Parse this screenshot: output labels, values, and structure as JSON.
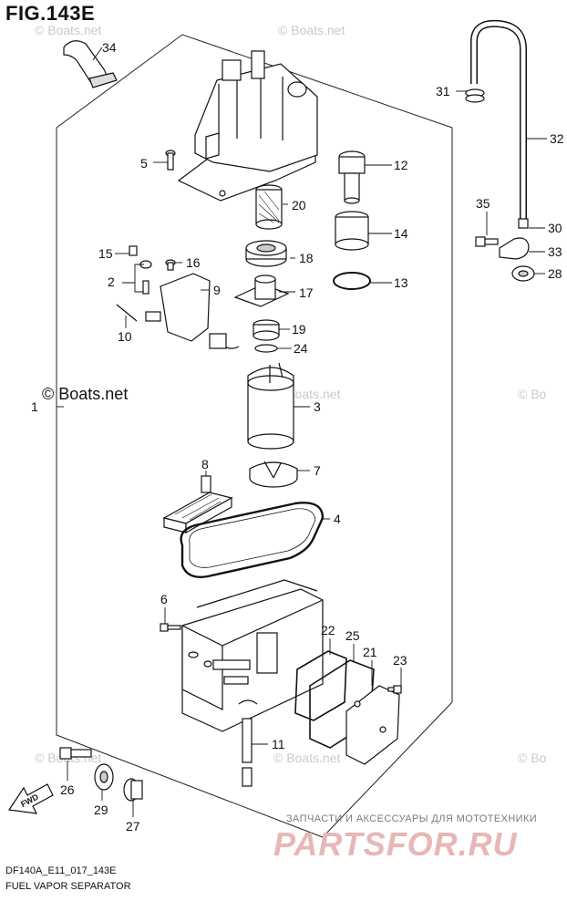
{
  "figure": {
    "title": "FIG.143E"
  },
  "copyright": "© Boats.net",
  "watermark": "© Boats.net",
  "watermark_partial": "© Bo",
  "footer": {
    "model_code": "DF140A_E11_017_143E",
    "assembly_name": "FUEL VAPOR SEPARATOR"
  },
  "shop_banner": {
    "tagline": "ЗАПЧАСТИ И АКСЕССУАРЫ ДЛЯ МОТОТЕХНИКИ",
    "brand": "PARTSFOR.RU",
    "brand_color": "#e7b7b7"
  },
  "direction_arrow": "FWD",
  "callouts": {
    "c1": "1",
    "c2": "2",
    "c3": "3",
    "c4": "4",
    "c5": "5",
    "c6": "6",
    "c7": "7",
    "c8": "8",
    "c9": "9",
    "c10": "10",
    "c11": "11",
    "c12": "12",
    "c13": "13",
    "c14": "14",
    "c15": "15",
    "c16": "16",
    "c17": "17",
    "c18": "18",
    "c19": "19",
    "c20": "20",
    "c21": "21",
    "c22": "22",
    "c23": "23",
    "c24": "24",
    "c25": "25",
    "c26": "26",
    "c27": "27",
    "c28": "28",
    "c29": "29",
    "c30": "30",
    "c31": "31",
    "c32": "32",
    "c33": "33",
    "c34": "34",
    "c35": "35"
  }
}
